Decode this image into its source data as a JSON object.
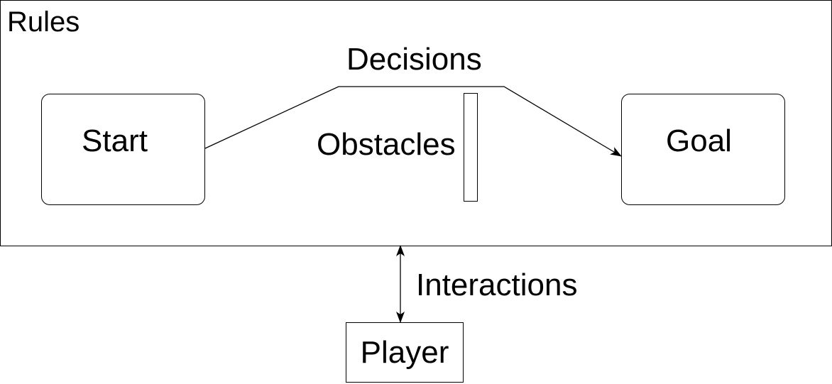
{
  "diagram": {
    "rules_label": "Rules",
    "start_label": "Start",
    "goal_label": "Goal",
    "obstacles_label": "Obstacles",
    "decisions_label": "Decisions",
    "interactions_label": "Interactions",
    "player_label": "Player"
  },
  "colors": {
    "line": "#000000",
    "background": "#ffffff"
  }
}
